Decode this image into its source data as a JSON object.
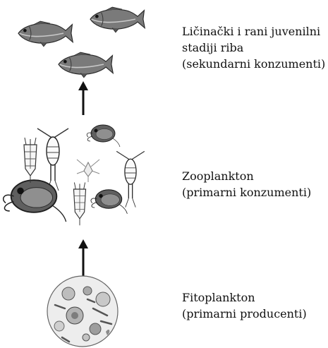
{
  "levels": {
    "fish": {
      "line1": "Ličinački i rani juvenilni",
      "line2": "stadiji riba",
      "line3": "(sekundarni konzumenti)"
    },
    "zooplankton": {
      "line1": "Zooplankton",
      "line2": "(primarni konzumenti)"
    },
    "phytoplankton": {
      "line1": "Fitoplankton",
      "line2": "(primarni producenti)"
    }
  },
  "icons": [
    "fish-icon",
    "copepod-icon",
    "rotifer-icon",
    "cladoceran-icon",
    "nauplius-icon",
    "phytoplankton-sample-icon",
    "arrow-up-icon"
  ],
  "colors": {
    "ink": "#111111",
    "fish_body": "#6f6f6f",
    "fish_dark": "#3a3a3a"
  }
}
